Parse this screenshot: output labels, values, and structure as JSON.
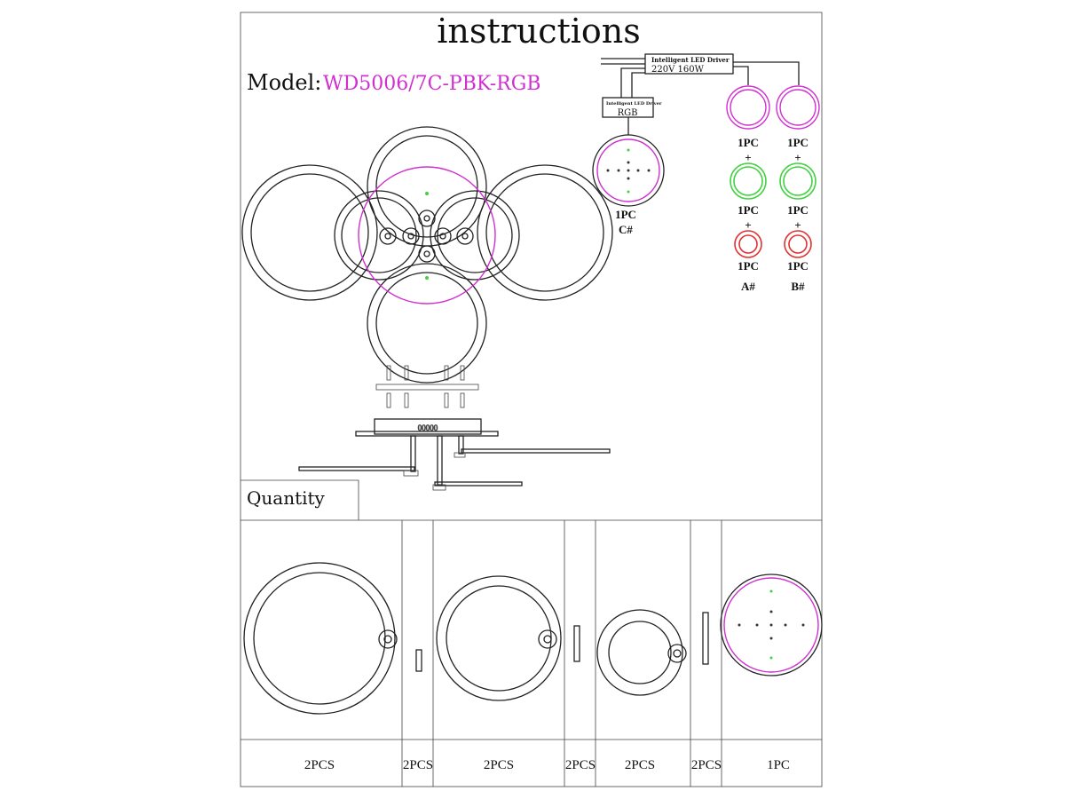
{
  "title": "instructions",
  "model": {
    "label": "Model:",
    "value": "WD5006/7C-PBK-RGB"
  },
  "wiring": {
    "main_driver": {
      "title": "Intelligent LED Driver",
      "spec": "220V  160W"
    },
    "rgb_driver": {
      "title": "Intelligent LED Driver",
      "spec": "RGB"
    },
    "center": {
      "count": "1PC",
      "code": "C#"
    },
    "group_a": {
      "counts": [
        "1PC",
        "1PC",
        "1PC"
      ],
      "code": "A#"
    },
    "group_b": {
      "counts": [
        "1PC",
        "1PC",
        "1PC"
      ],
      "code": "B#"
    },
    "plus": "+"
  },
  "quantity": {
    "heading": "Quantity",
    "items": [
      "2PCS",
      "2PCS",
      "2PCS",
      "2PCS",
      "2PCS",
      "2PCS",
      "1PC"
    ]
  },
  "colors": {
    "pink": "#d030d0",
    "green": "#40d040",
    "red": "#e03030"
  }
}
